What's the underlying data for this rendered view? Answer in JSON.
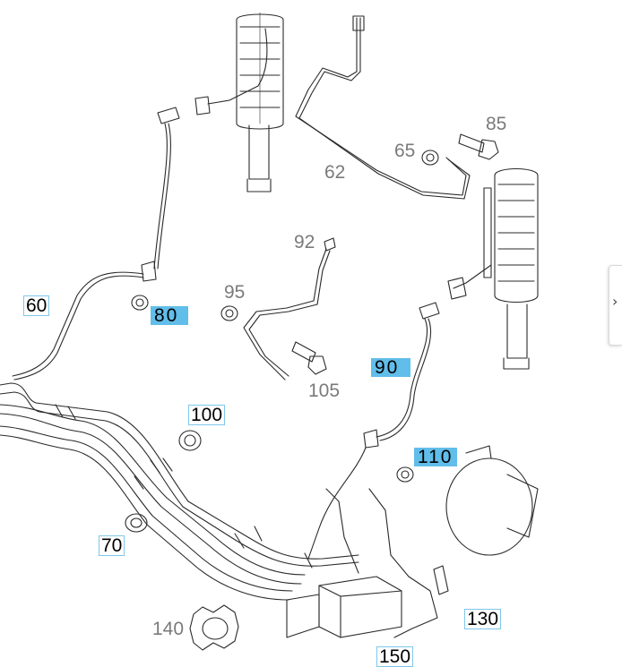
{
  "callouts": {
    "p60": "60",
    "p62": "62",
    "p65": "65",
    "p70": "70",
    "p80": "80",
    "p85": "85",
    "p90": "90",
    "p92": "92",
    "p95": "95",
    "p100": "100",
    "p105": "105",
    "p110": "110",
    "p130": "130",
    "p140": "140",
    "p150": "150"
  },
  "side_panel": {
    "glyph": "›"
  },
  "colors": {
    "highlight": "#61bde9",
    "box_border": "#7fc7ea",
    "line": "#2a2a2a",
    "gray_label": "#7a7a7a"
  }
}
